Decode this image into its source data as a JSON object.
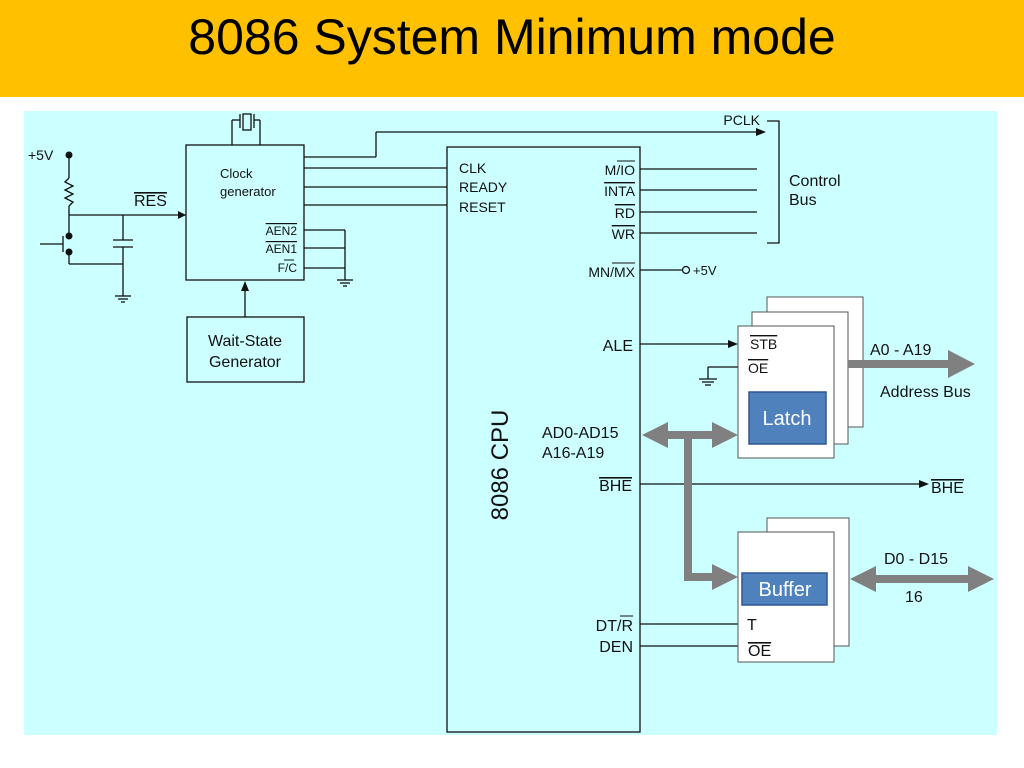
{
  "title": "8086 System Minimum mode",
  "supply": {
    "label": "+5V",
    "mn_label": "+5V"
  },
  "res_label": "RES",
  "clock_gen": {
    "line1": "Clock",
    "line2": "generator",
    "aen2": "AEN2",
    "aen1": "AEN1",
    "fc": "F/C"
  },
  "wait_state": {
    "line1": "Wait-State",
    "line2": "Generator"
  },
  "cpu": {
    "name": "8086 CPU",
    "left_pins": [
      "CLK",
      "READY",
      "RESET"
    ],
    "m_io": "M/IO",
    "inta": "INTA",
    "rd": "RD",
    "wr": "WR",
    "mn_mx": "MN/MX",
    "ale": "ALE",
    "ad_line1": "AD0-AD15",
    "ad_line2": "A16-A19",
    "bhe": "BHE",
    "dt_r": "DT/R",
    "den": "DEN"
  },
  "pclk": "PCLK",
  "control_bus": {
    "line1": "Control",
    "line2": "Bus"
  },
  "latch": {
    "label": "Latch",
    "stb": "STB",
    "oe": "OE"
  },
  "address_bus": {
    "range": "A0 - A19",
    "label": "Address Bus"
  },
  "bhe_out": "BHE",
  "buffer": {
    "label": "Buffer",
    "t": "T",
    "oe": "OE"
  },
  "data_bus": {
    "range": "D0 - D15",
    "width": "16"
  },
  "colors": {
    "title_bg": "#ffc000",
    "panel_bg": "#ccffff",
    "chip_blue": "#4f81bd",
    "bus_gray": "#808080"
  }
}
